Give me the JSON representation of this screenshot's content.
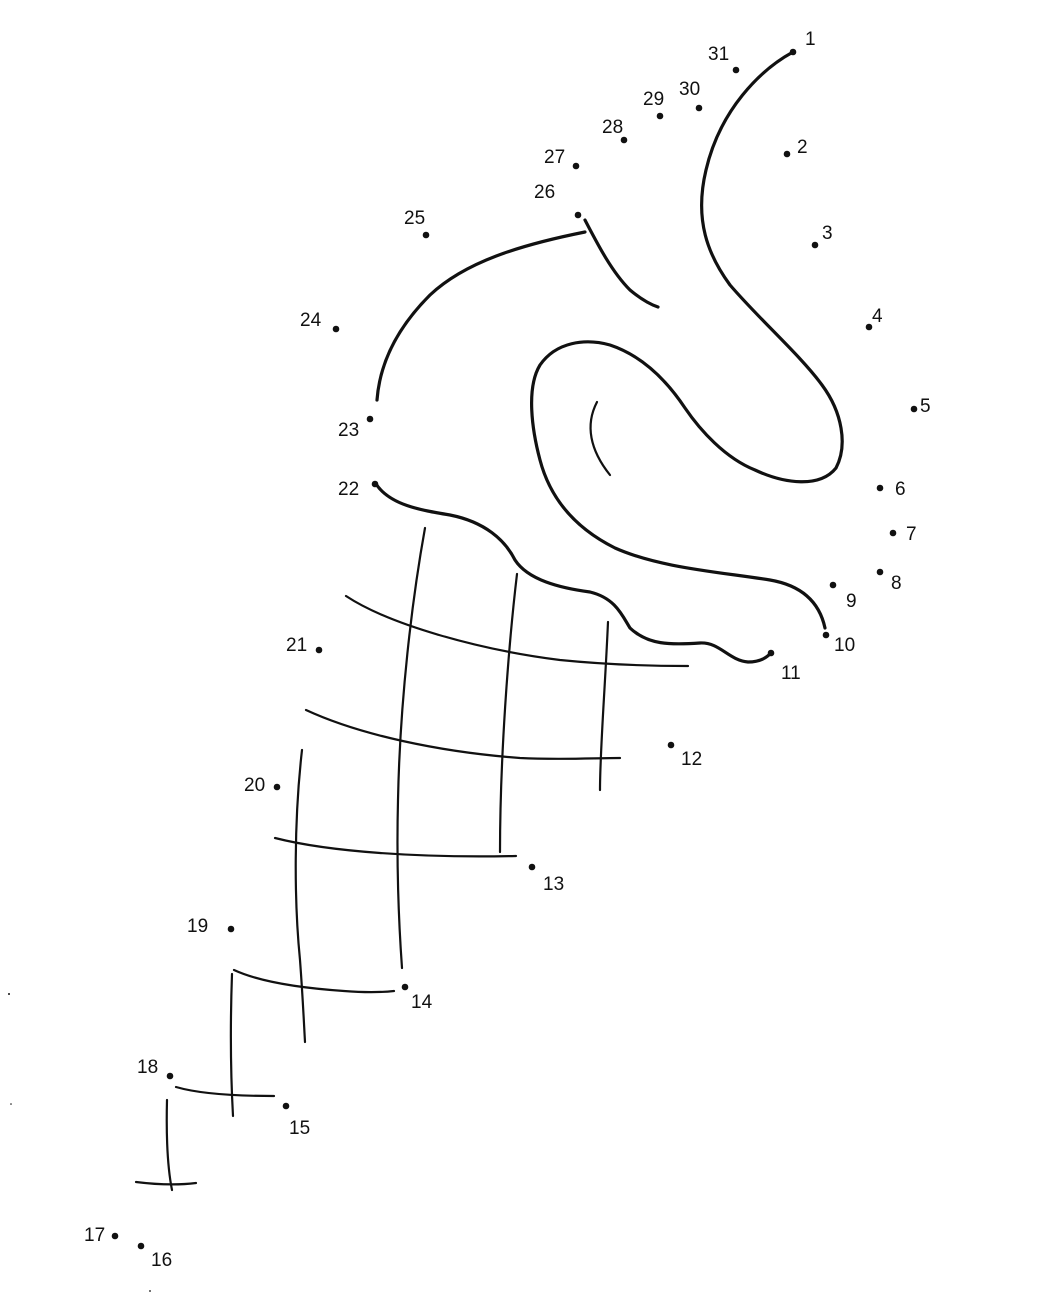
{
  "puzzle": {
    "dots": [
      {
        "label": "1"
      },
      {
        "label": "2"
      },
      {
        "label": "3"
      },
      {
        "label": "4"
      },
      {
        "label": "5"
      },
      {
        "label": "6"
      },
      {
        "label": "7"
      },
      {
        "label": "8"
      },
      {
        "label": "9"
      },
      {
        "label": "10"
      },
      {
        "label": "11"
      },
      {
        "label": "12"
      },
      {
        "label": "13"
      },
      {
        "label": "14"
      },
      {
        "label": "15"
      },
      {
        "label": "16"
      },
      {
        "label": "17"
      },
      {
        "label": "18"
      },
      {
        "label": "19"
      },
      {
        "label": "20"
      },
      {
        "label": "21"
      },
      {
        "label": "22"
      },
      {
        "label": "23"
      },
      {
        "label": "24"
      },
      {
        "label": "25"
      },
      {
        "label": "26"
      },
      {
        "label": "27"
      },
      {
        "label": "28"
      },
      {
        "label": "29"
      },
      {
        "label": "30"
      },
      {
        "label": "31"
      }
    ]
  }
}
